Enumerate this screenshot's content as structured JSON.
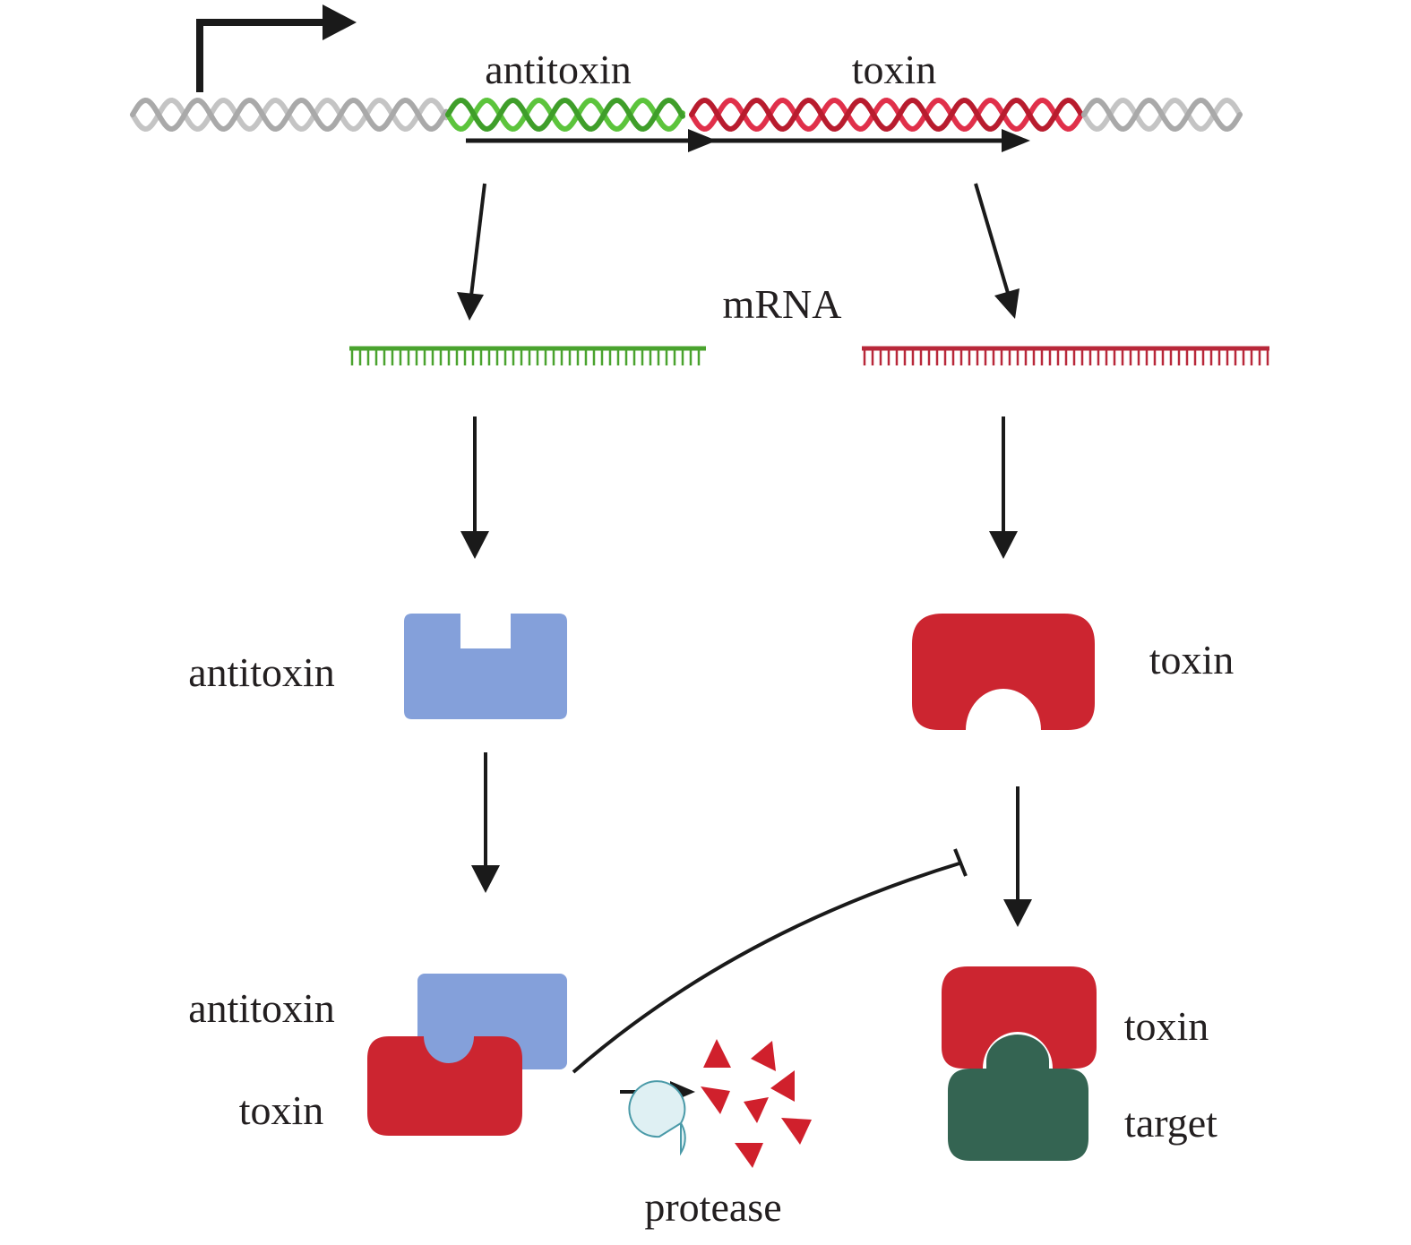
{
  "labels": {
    "gene_antitoxin": "antitoxin",
    "gene_toxin": "toxin",
    "mrna": "mRNA",
    "protein_antitoxin": "antitoxin",
    "protein_toxin": "toxin",
    "complex_antitoxin": "antitoxin",
    "complex_toxin": "toxin",
    "protease": "protease",
    "bound_toxin": "toxin",
    "target": "target"
  },
  "colors": {
    "dna_grey": "#c4c4c4",
    "dna_grey_dark": "#a9a9a9",
    "antitoxin_gene": "#5cc43c",
    "antitoxin_gene_dark": "#3f9e2a",
    "toxin_gene": "#e0304a",
    "toxin_gene_dark": "#b81c2e",
    "mrna_antitoxin": "#4aa32e",
    "mrna_toxin": "#b8283a",
    "antitoxin_protein": "#84a0da",
    "toxin_protein": "#cc2530",
    "target_protein": "#346452",
    "protease": "#dff0f3",
    "protease_outline": "#4a9aa8",
    "fragments": "#d0202c",
    "arrow": "#1a1a1a"
  },
  "icons": {
    "promoter": "promoter-arrow-icon",
    "protease": "protease-pacman-icon",
    "degradation": "peptide-fragments-icon",
    "inhibition": "inhibition-tbar-icon"
  }
}
